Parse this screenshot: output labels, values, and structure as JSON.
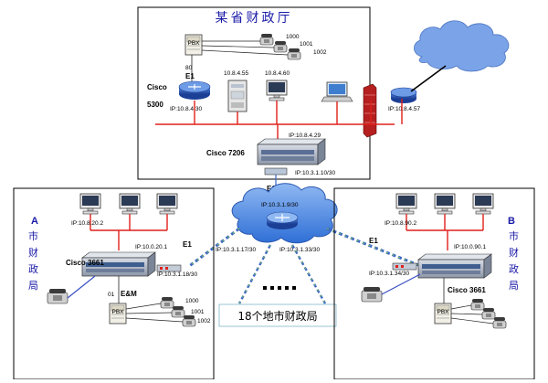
{
  "title": "某省财政厅",
  "hq": {
    "pbx_label": "PBX",
    "phones": [
      "1000",
      "1001",
      "1002"
    ],
    "ext_80": "80",
    "e1_label": "E1",
    "router_name_line1": "Cisco",
    "router_name_line2": "5300",
    "router_ip": "IP:10.8.4.30",
    "server1_ip": "10.8.4.55",
    "pc_ip": "10.8.4.60",
    "edge_router_ip": "IP:10.8.4.57",
    "core_ip": "IP:10.8.4.29",
    "core_name": "Cisco 7206",
    "core_wan_ip": "IP:10.3.1.10/30",
    "e1_down": "E1"
  },
  "cloud": {
    "ip_top": "IP:10.3.1.9/30",
    "ip_left": "IP:10.3.1.17/30",
    "ip_right": "IP:10.3.1.33/30"
  },
  "banner": "18个地市财政局",
  "city_a": {
    "letter": "A",
    "side_text": [
      "市",
      "财",
      "政",
      "局"
    ],
    "lan_ip": "IP:10.8.20.2",
    "router_lan_ip": "IP:10.0.20.1",
    "router_name": "Cisco 3661",
    "e1": "E1",
    "wan_ip": "IP:10.3.1.18/30",
    "em_label": "E&M",
    "pbx_label": "PBX",
    "phones": [
      "1000",
      "1001",
      "1002"
    ]
  },
  "city_b": {
    "letter": "B",
    "side_text": [
      "市",
      "财",
      "政",
      "局"
    ],
    "lan_ip": "IP:10.8.90.2",
    "router_lan_ip": "IP:10.0.90.1",
    "router_name": "Cisco 3661",
    "e1": "E1",
    "wan_ip": "IP:10.3.1.34/30",
    "pbx_label": "PBX"
  },
  "colors": {
    "lan_line": "#e0201a",
    "box_border": "#000000",
    "cloud_fill": "#2f6fd6",
    "title": "#1a1aa8"
  }
}
